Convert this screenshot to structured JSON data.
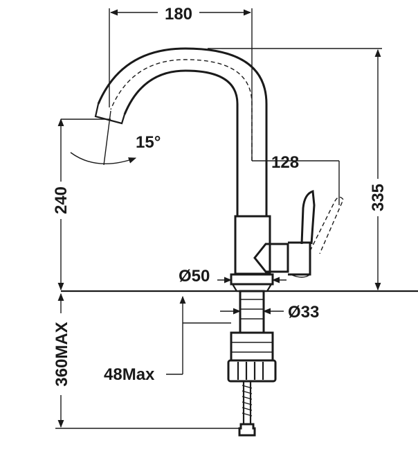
{
  "colors": {
    "ink": "#1a1a1a",
    "background": "#ffffff"
  },
  "dimensions": {
    "spout_reach": "180",
    "swivel_angle": "15°",
    "handle_offset": "128",
    "spout_height": "240",
    "total_height": "335",
    "base_diameter": "Ø50",
    "shank_diameter": "Ø33",
    "max_counter_thickness": "48Max",
    "max_hose_length": "360MAX"
  }
}
